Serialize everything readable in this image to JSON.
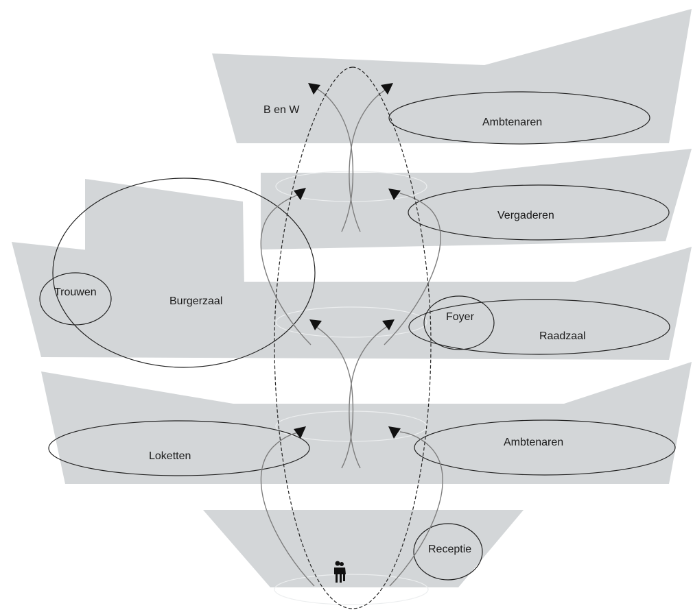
{
  "labels": {
    "b_en_w": "B en W",
    "ambtenaren_top": "Ambtenaren",
    "vergaderen": "Vergaderen",
    "burgerzaal": "Burgerzaal",
    "trouwen": "Trouwen",
    "foyer": "Foyer",
    "raadzaal": "Raadzaal",
    "loketten": "Loketten",
    "ambtenaren_bottom": "Ambtenaren",
    "receptie": "Receptie"
  },
  "icons": {
    "visitor": "person-pair-icon"
  },
  "colors": {
    "floor_slab": "#d3d6d8",
    "outline": "#222222",
    "flow_line": "#7d7d7d",
    "arrowhead": "#111111"
  }
}
